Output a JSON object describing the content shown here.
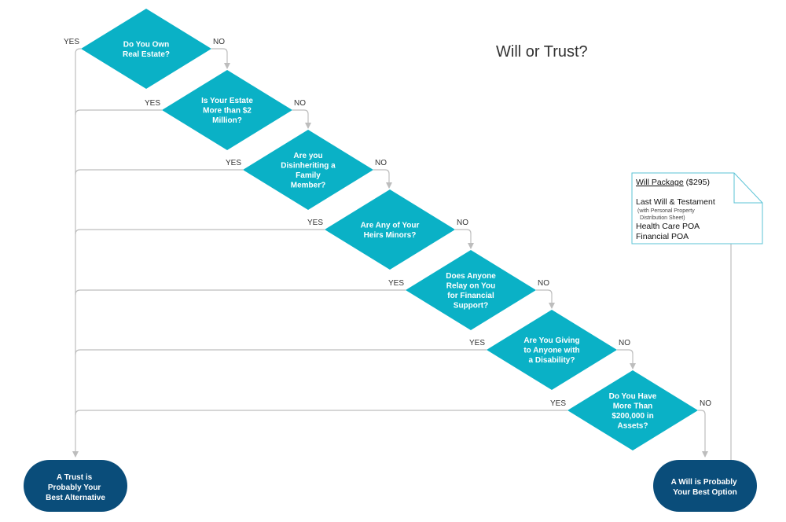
{
  "title": "Will or Trust?",
  "colors": {
    "decision": "#0ab1c6",
    "terminal": "#0a4d7a",
    "line": "#bdbdbd",
    "note_border": "#5bc3d6"
  },
  "decisions": [
    {
      "lines": [
        "Do You Own",
        "Real Estate?"
      ],
      "yes": "YES",
      "no": "NO"
    },
    {
      "lines": [
        "Is Your Estate",
        "More than $2",
        "Million?"
      ],
      "yes": "YES",
      "no": "NO"
    },
    {
      "lines": [
        "Are you",
        "Disinheriting a",
        "Family",
        "Member?"
      ],
      "yes": "YES",
      "no": "NO"
    },
    {
      "lines": [
        "Are Any of Your",
        "Heirs Minors?"
      ],
      "yes": "YES",
      "no": "NO"
    },
    {
      "lines": [
        "Does Anyone",
        "Relay on You",
        "for Financial",
        "Support?"
      ],
      "yes": "YES",
      "no": "NO"
    },
    {
      "lines": [
        "Are You Giving",
        "to Anyone with",
        "a Disability?"
      ],
      "yes": "YES",
      "no": "NO"
    },
    {
      "lines": [
        "Do You Have",
        "More Than",
        "$200,000 in",
        "Assets?"
      ],
      "yes": "YES",
      "no": "NO"
    }
  ],
  "terminals": {
    "trust": {
      "lines": [
        "A Trust is",
        "Probably Your",
        "Best Alternative"
      ]
    },
    "will": {
      "lines": [
        "A Will is Probably",
        "Your Best Option"
      ]
    }
  },
  "note": {
    "heading": "Will Package",
    "price": " ($295)",
    "item1": "Last Will & Testament",
    "item1_sub1": "(with Personal Property",
    "item1_sub2": "Distribution Sheet)",
    "item2": "Health Care POA",
    "item3": "Financial POA"
  }
}
